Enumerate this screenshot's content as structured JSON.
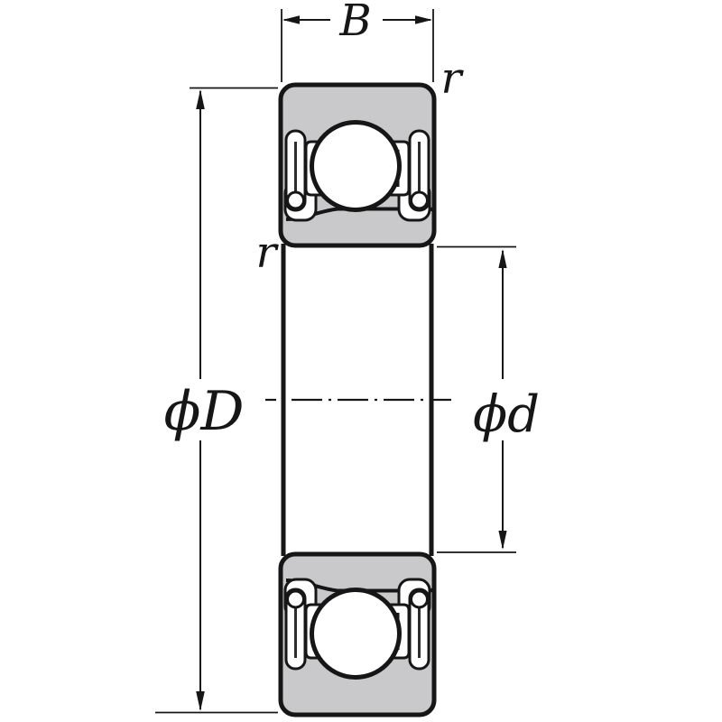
{
  "labels": {
    "width": "B",
    "outer_diameter": "ϕD",
    "bore_diameter": "ϕd",
    "radius_top_right": "r",
    "radius_mid_left": "r"
  },
  "colors": {
    "line": "#161616",
    "ring_fill": "#c9c9cc",
    "background": "#ffffff"
  }
}
